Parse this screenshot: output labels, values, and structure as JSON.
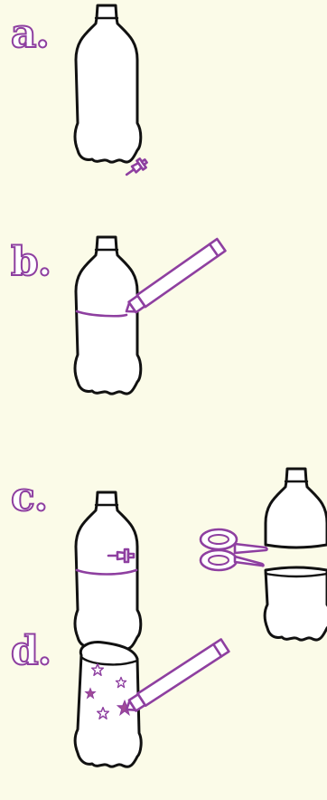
{
  "steps": [
    {
      "label": "a."
    },
    {
      "label": "b."
    },
    {
      "label": "c."
    },
    {
      "label": "d."
    }
  ],
  "colors": {
    "background": "#fbfbe8",
    "accent": "#8e3fa0",
    "outline": "#111111",
    "bottle_fill": "#ffffff"
  },
  "icons": [
    "bottle-icon",
    "pushpin-icon",
    "marker-icon",
    "scissors-icon",
    "star-icon"
  ]
}
